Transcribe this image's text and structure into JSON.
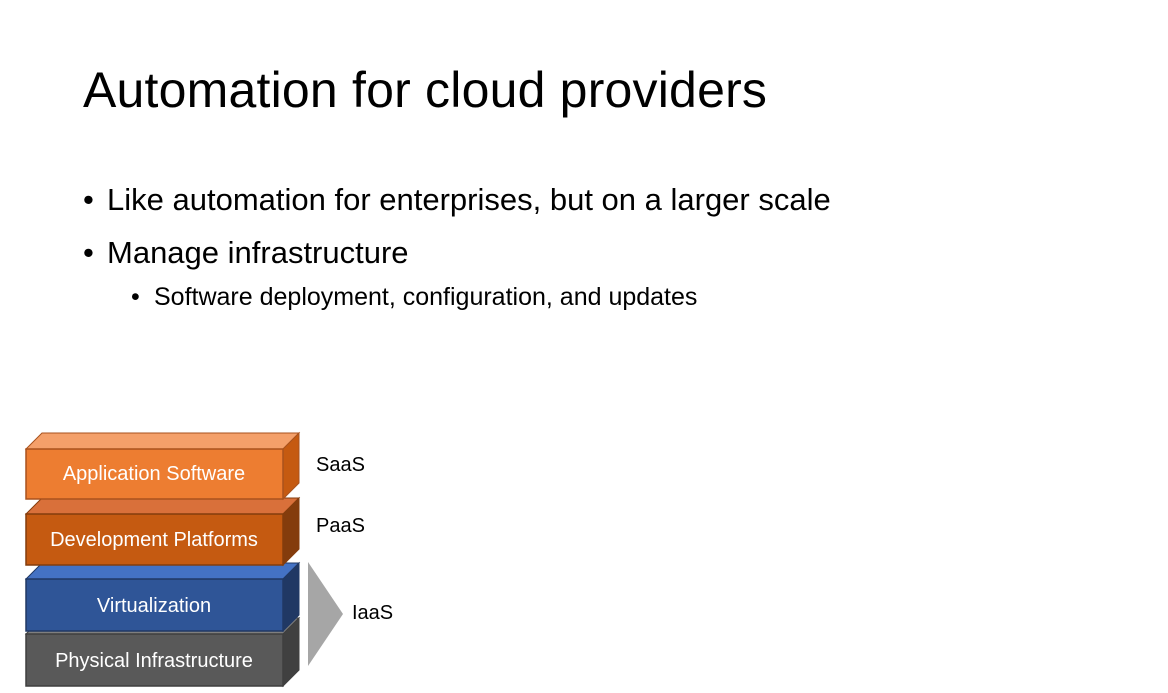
{
  "slide": {
    "title": "Automation for cloud providers",
    "bullets": [
      {
        "level": 1,
        "text": "Like automation for enterprises, but on a larger scale"
      },
      {
        "level": 1,
        "text": "Manage infrastructure"
      },
      {
        "level": 2,
        "text": "Software deployment, configuration, and updates"
      }
    ],
    "bullet_glyph": "•"
  },
  "stack_diagram": {
    "layers": [
      {
        "label": "Application Software",
        "color": "#ED7D31"
      },
      {
        "label": "Development Platforms",
        "color": "#C55A11"
      },
      {
        "label": "Virtualization",
        "color": "#2F5597"
      },
      {
        "label": "Physical Infrastructure",
        "color": "#595959"
      }
    ],
    "service_labels": {
      "saas": "SaaS",
      "paas": "PaaS",
      "iaas": "IaaS"
    },
    "arrow_color": "#A6A6A6"
  }
}
